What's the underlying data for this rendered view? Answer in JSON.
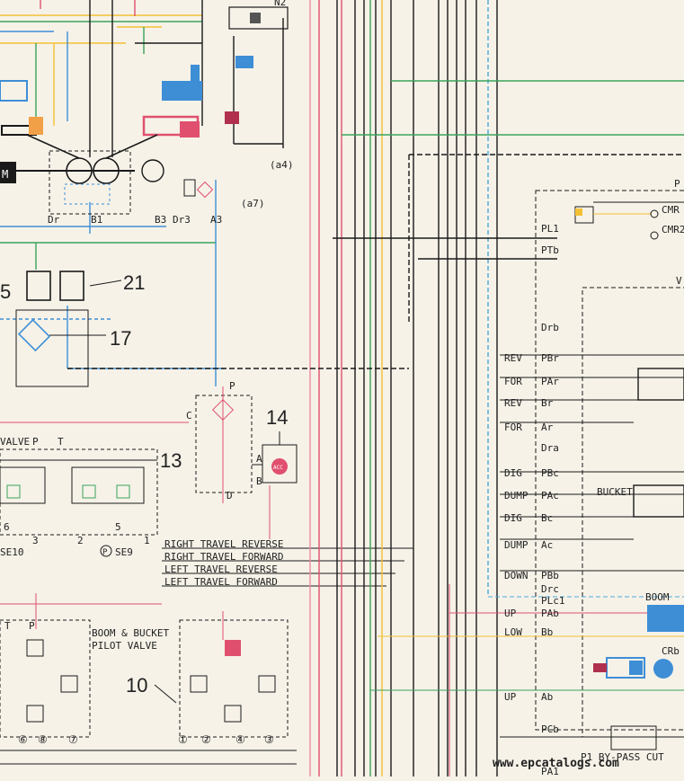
{
  "diagram": {
    "ports_top": {
      "dr": "Dr",
      "b1": "B1",
      "b3": "B3",
      "dr3": "Dr3",
      "a3": "A3",
      "a4": "(a4)",
      "a7": "(a7)"
    },
    "numbers": {
      "n21": "21",
      "n17": "17",
      "n14": "14",
      "n13": "13",
      "n10": "10",
      "n5_left": "5"
    },
    "valve14": {
      "p": "P",
      "c": "C",
      "a": "A",
      "b": "B",
      "d": "D",
      "badge": "ACC"
    },
    "travel_block": {
      "valve_prefix": "VALVE",
      "p": "P",
      "t": "T",
      "sub_6": "6",
      "sub_3": "3",
      "sub_2": "2",
      "sub_5": "5",
      "sub_1": "1",
      "se10": "SE10",
      "se9": "SE9",
      "p_circle": "P"
    },
    "travel_lines": [
      "RIGHT TRAVEL REVERSE",
      "RIGHT TRAVEL FORWARD",
      "LEFT TRAVEL REVERSE",
      "LEFT TRAVEL FORWARD"
    ],
    "pilot_valve": {
      "title1": "BOOM & BUCKET",
      "title2": "PILOT VALVE",
      "t": "T",
      "p": "P",
      "circ_left": [
        "⑥",
        "⑧",
        "⑦"
      ],
      "circ_right": [
        "①",
        "②",
        "④",
        "③"
      ]
    },
    "right_labels": [
      {
        "l": "",
        "r": "PL1"
      },
      {
        "l": "",
        "r": "PTb"
      },
      {
        "l": "",
        "r": "Drb"
      },
      {
        "l": "REV",
        "r": "PBr"
      },
      {
        "l": "FOR",
        "r": "PAr"
      },
      {
        "l": "REV",
        "r": "Br"
      },
      {
        "l": "FOR",
        "r": "Ar"
      },
      {
        "l": "",
        "r": "Dra"
      },
      {
        "l": "DIG",
        "r": "PBc"
      },
      {
        "l": "DUMP",
        "r": "PAc"
      },
      {
        "l": "DIG",
        "r": "Bc"
      },
      {
        "l": "DUMP",
        "r": "Ac"
      },
      {
        "l": "DOWN",
        "r": "PBb"
      },
      {
        "l": "",
        "r": "Drc"
      },
      {
        "l": "",
        "r": "PLc1"
      },
      {
        "l": "UP",
        "r": "PAb"
      },
      {
        "l": "LOW",
        "r": "Bb"
      },
      {
        "l": "UP",
        "r": "Ab"
      },
      {
        "l": "",
        "r": "PCb"
      },
      {
        "l": "",
        "r": "PA1"
      }
    ],
    "right_misc": {
      "cmr1": "CMR",
      "cmr2": "CMR2",
      "bucket": "BUCKET",
      "boom": "BOOM",
      "crb": "CRb",
      "bypass": "P1 BY-PASS CUT",
      "pr": "P",
      "m": "M",
      "nz": "N2",
      "v": "V"
    },
    "watermark": "www.epcatalogs.com",
    "colors": {
      "red": "#e0506e",
      "yellow": "#f3c033",
      "green": "#3aa35a",
      "blue": "#3e8ed6",
      "black": "#1a1a1a",
      "pink": "#ef8aa0",
      "cyan": "#49a9de"
    }
  }
}
